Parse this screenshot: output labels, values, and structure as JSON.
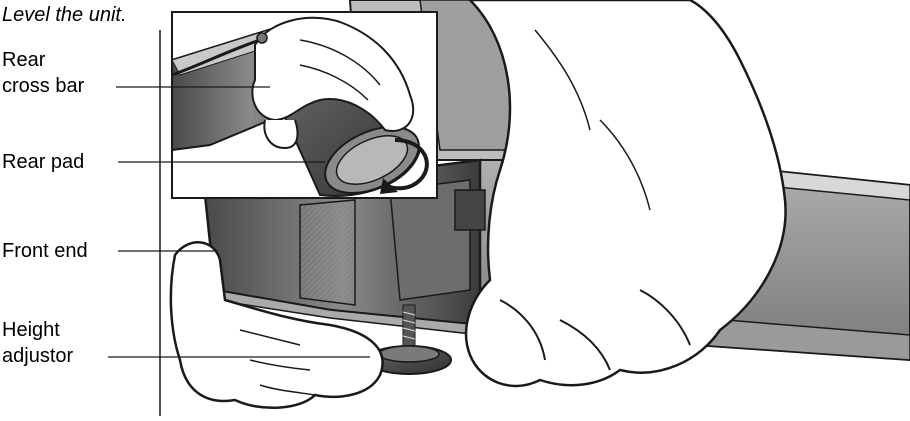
{
  "figure": {
    "caption": "Level the unit.",
    "callouts": {
      "rear_cross_bar": [
        "Rear",
        "cross bar"
      ],
      "rear_pad": "Rear pad",
      "front_end": "Front end",
      "height_adjustor": [
        "Height",
        "adjustor"
      ]
    }
  },
  "colors": {
    "line": "#1a1a1a",
    "dark_metal": "#5a5a5a",
    "mid_metal": "#8a8a8a",
    "light_metal": "#c8c8c8",
    "skin": "#ffffff"
  }
}
